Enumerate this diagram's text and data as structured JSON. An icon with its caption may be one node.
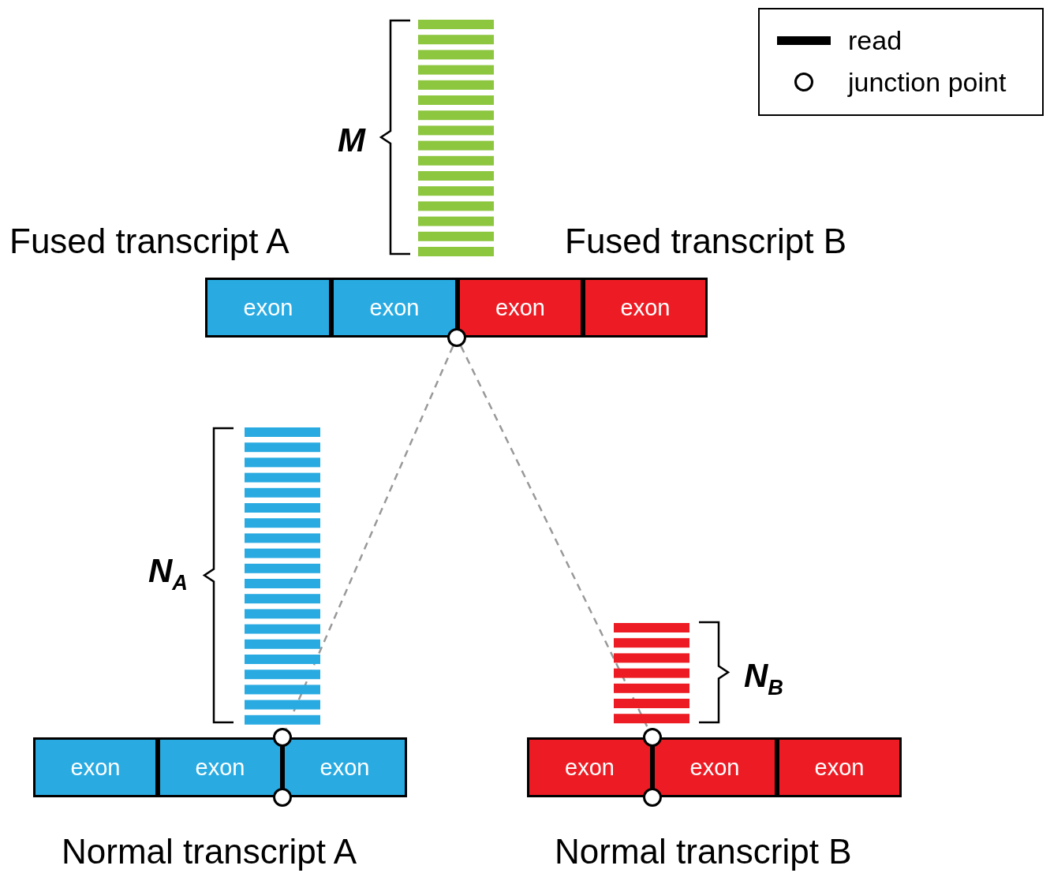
{
  "diagram": {
    "nodes": [
      {
        "text": [
          "exon"
        ]
      },
      {
        "text": [
          "exon"
        ]
      },
      {
        "text": [
          "exon"
        ]
      },
      {
        "text": [
          "exon"
        ]
      },
      {
        "text": [],
        "shape": "circle"
      },
      {
        "text": [
          "exon"
        ]
      },
      {
        "text": [
          "exon"
        ]
      },
      {
        "text": [
          "exon"
        ]
      },
      {
        "text": [],
        "shape": "circle"
      },
      {
        "text": [],
        "shape": "circle"
      },
      {
        "text": [
          "exon"
        ]
      },
      {
        "text": [
          "exon"
        ]
      },
      {
        "text": [
          "exon"
        ]
      },
      {
        "text": [],
        "shape": "circle"
      },
      {
        "text": [],
        "shape": "circle"
      }
    ],
    "edges": [
      {
        "from": 4,
        "to": 8,
        "arrow": "none",
        "style": "dashed",
        "color": "#999999"
      },
      {
        "from": 4,
        "to": 13,
        "arrow": "none",
        "style": "dashed",
        "color": "#999999"
      }
    ],
    "labels": [
      "M",
      "Fused transcript A",
      "Fused transcript B",
      "N$_{A}$",
      "N$_{B}$",
      "Normal transcript A",
      "Normal transcript B"
    ],
    "legend": [
      {
        "text": "read"
      },
      {
        "text": "junction point"
      }
    ]
  }
}
